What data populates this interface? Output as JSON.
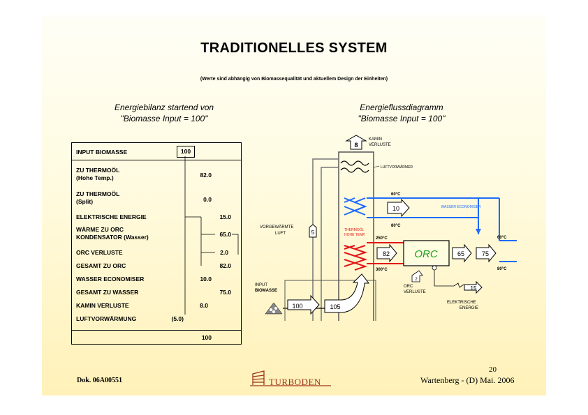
{
  "slide": {
    "title": "TRADITIONELLES SYSTEM",
    "subtitle": "(Werte sind abhängig von Biomassequalität und aktuellem Design der Einheiten)"
  },
  "left_panel": {
    "heading_line1": "Energiebilanz startend von",
    "heading_line2": "\"Biomasse Input = 100\"",
    "rows": [
      {
        "label": "INPUT BIOMASSE",
        "value": "100"
      },
      {
        "label": "ZU THERMOÖL",
        "label2": "(Hohe Temp.)",
        "value": "82.0"
      },
      {
        "label": "ZU THERMOÖL",
        "label2": "(Split)",
        "value": "0.0"
      },
      {
        "label": "ELEKTRISCHE ENERGIE",
        "value": "15.0"
      },
      {
        "label": "WÄRME ZU ORC",
        "label2": "KONDENSATOR (Wasser)",
        "value": "65.0"
      },
      {
        "label": "ORC VERLUSTE",
        "value": "2.0"
      },
      {
        "label": "GESAMT ZU ORC",
        "value": "82.0"
      },
      {
        "label": "WASSER ECONOMISER",
        "value": "10.0"
      },
      {
        "label": "GESAMT ZU WASSER",
        "value": "75.0"
      },
      {
        "label": "KAMIN VERLUSTE",
        "value": "8.0"
      },
      {
        "label": "LUFTVORWÄRMUNG",
        "value": "(5.0)"
      }
    ],
    "total": "100"
  },
  "right_panel": {
    "heading_line1": "Energieflussdiagramm",
    "heading_line2": "\"Biomasse Input = 100\"",
    "labels": {
      "kamin": "KAMIN",
      "verluste": "VERLUSTE",
      "kamin_value": "8",
      "luftvorwaermer": "LUFTVORWÄRMER",
      "temp_60_top": "60°C",
      "water_econ_value": "10",
      "wasser_economiser": "WASSER ECONOMISER",
      "temp_80_econ": "80°C",
      "vorgewaermte": "VORGEWÄRMTE",
      "luft": "LUFT",
      "vorg_value": "5",
      "thermo_1": "THERMOÖL",
      "thermo_2": "HOHE TEMP.",
      "temp_250": "250°C",
      "temp_300": "300°C",
      "orc_input_value": "82",
      "orc": "ORC",
      "orc_out_value": "65",
      "water_out_value": "75",
      "temp_60_right": "60°C",
      "temp_80_right": "80°C",
      "orc_verluste_value": "2",
      "orc_label": "ORC",
      "orc_verluste": "VERLUSTE",
      "elec_value": "15",
      "elektrische": "ELEKTRISCHE",
      "energie": "ENERGIE",
      "input": "INPUT",
      "biomasse": "BIOMASSE",
      "input_value": "100",
      "furnace_value": "105"
    }
  },
  "footer": {
    "doc": "Dok. 06A00551",
    "company": "TURBODEN",
    "page": "20",
    "place": "Wartenberg - (D) Mai. 2006"
  },
  "colors": {
    "water_blue": "#1e6bff",
    "thermo_red": "#e01818",
    "orc_green": "#1fa01f",
    "logo_red": "#a0341c"
  }
}
